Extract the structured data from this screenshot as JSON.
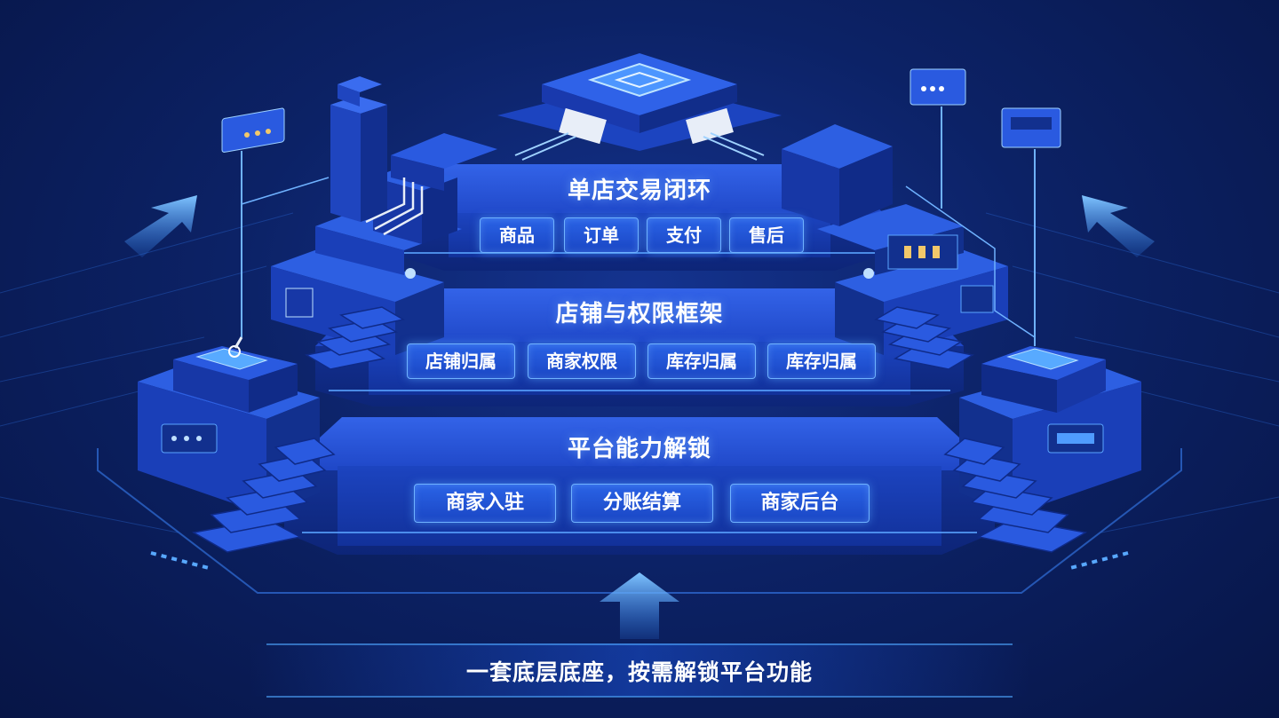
{
  "tiers": [
    {
      "title": "单店交易闭环",
      "items": [
        "商品",
        "订单",
        "支付",
        "售后"
      ]
    },
    {
      "title": "店铺与权限框架",
      "items": [
        "店铺归属",
        "商家权限",
        "库存归属",
        "库存归属"
      ]
    },
    {
      "title": "平台能力解锁",
      "items": [
        "商家入驻",
        "分账结算",
        "商家后台"
      ]
    }
  ],
  "caption": "一套底层底座，按需解锁平台功能",
  "colors": {
    "background": "#0c2266",
    "platform_top": "#2452d6",
    "platform_side": "#1535a8",
    "chip_fill": "#1f52d8",
    "chip_border": "#6fb2ff",
    "glow": "#4fa8ff"
  }
}
